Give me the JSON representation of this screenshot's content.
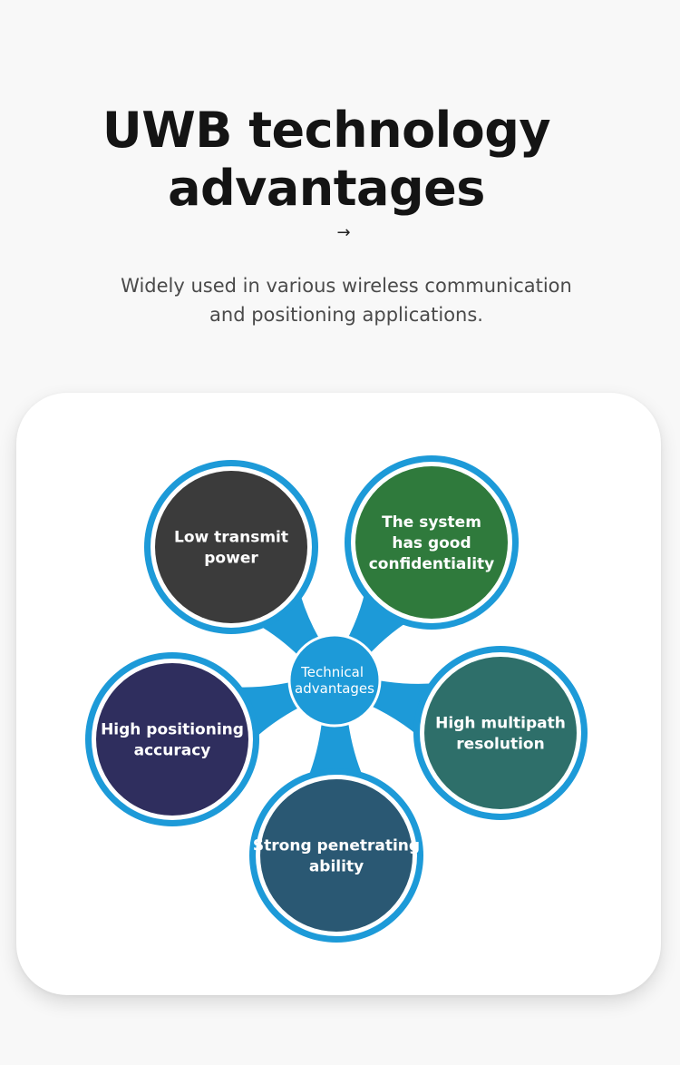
{
  "header": {
    "title_line1": "UWB technology",
    "title_line2": "advantages",
    "arrow_glyph": "→",
    "subtitle_line1": "Widely used in various wireless communication",
    "subtitle_line2": "and positioning applications."
  },
  "diagram": {
    "hub": {
      "label_line1": "Technical",
      "label_line2": "advantages"
    },
    "colors": {
      "ring": "#1d9ad8",
      "hub": "#1d9ad8"
    },
    "nodes": [
      {
        "id": "low-transmit-power",
        "lines": [
          "Low transmit",
          "power"
        ],
        "color": "#3b3b3b"
      },
      {
        "id": "good-confidentiality",
        "lines": [
          "The system",
          "has good",
          "confidentiality"
        ],
        "color": "#2f7a3c"
      },
      {
        "id": "high-multipath-resolution",
        "lines": [
          "High multipath",
          "resolution"
        ],
        "color": "#2e6f6a"
      },
      {
        "id": "strong-penetrating-ability",
        "lines": [
          "Strong penetrating",
          "ability"
        ],
        "color": "#2a5873"
      },
      {
        "id": "high-positioning-accuracy",
        "lines": [
          "High positioning",
          "accuracy"
        ],
        "color": "#2f2e5e"
      }
    ]
  }
}
